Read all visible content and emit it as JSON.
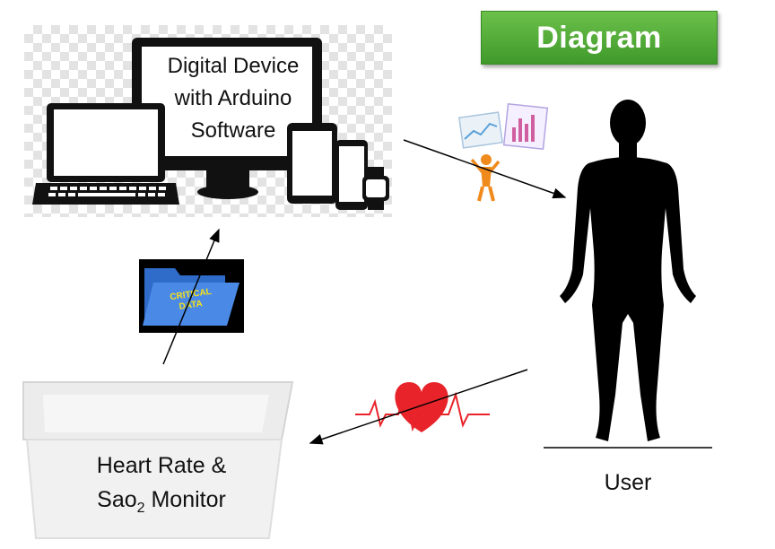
{
  "title": "Diagram",
  "nodes": {
    "device": {
      "label_lines": [
        "Digital Device",
        "with Arduino",
        "Software"
      ]
    },
    "monitor": {
      "label_line1": "Heart Rate &",
      "label_line2_prefix": "Sao",
      "label_line2_sub": "2",
      "label_line2_suffix": " Monitor"
    },
    "user": {
      "label": "User"
    }
  },
  "folder": {
    "text_line1": "CRITICAL",
    "text_line2": "DATA"
  },
  "icons": [
    "laptop-icon",
    "desktop-monitor-icon",
    "tablet-icon",
    "smartphone-icon",
    "smartwatch-icon",
    "analytics-figure-icon",
    "folder-icon",
    "heart-ecg-icon",
    "human-silhouette-icon",
    "storage-bin-icon"
  ],
  "colors": {
    "banner": "#4caf34",
    "heart": "#e8232a",
    "folder": "#3a78d8"
  }
}
